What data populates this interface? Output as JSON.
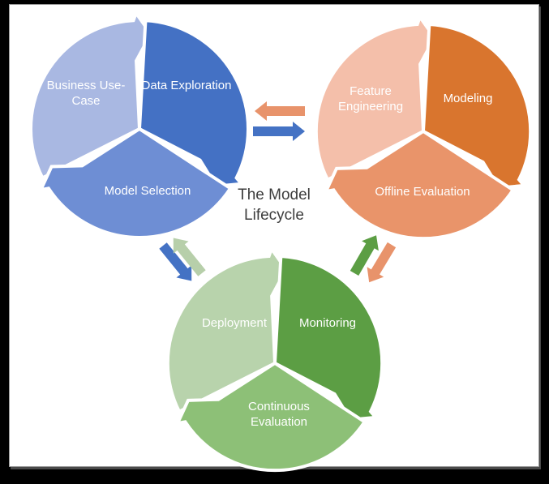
{
  "title": {
    "line1": "The Model",
    "line2": "Lifecycle",
    "color": "#3d3d3d"
  },
  "label_text_color": "#ffffff",
  "cycles": [
    {
      "name": "model-development-cycle",
      "segments": [
        {
          "label": "Business Use-Case",
          "position": "left",
          "color": "#a9b8e2"
        },
        {
          "label": "Data Exploration",
          "position": "right",
          "color": "#4471c4"
        },
        {
          "label": "Model Selection",
          "position": "bottom",
          "color": "#6e8ed4"
        }
      ]
    },
    {
      "name": "model-training-cycle",
      "segments": [
        {
          "label": "Feature Engineering",
          "position": "left",
          "color": "#f4bfaa"
        },
        {
          "label": "Modeling",
          "position": "right",
          "color": "#d9752e"
        },
        {
          "label": "Offline Evaluation",
          "position": "bottom",
          "color": "#e9946a"
        }
      ]
    },
    {
      "name": "model-operations-cycle",
      "segments": [
        {
          "label": "Deployment",
          "position": "left",
          "color": "#b8d3ac"
        },
        {
          "label": "Monitoring",
          "position": "right",
          "color": "#5c9e44"
        },
        {
          "label": "Continuous Evaluation",
          "position": "bottom",
          "color": "#8dc077"
        }
      ]
    }
  ],
  "connectors": [
    {
      "name": "top-exchange-arrow-left",
      "color": "#e8936b",
      "direction": "left"
    },
    {
      "name": "top-exchange-arrow-right",
      "color": "#4472c4",
      "direction": "right"
    },
    {
      "name": "left-exchange-arrow-down-right",
      "color": "#4472c4",
      "direction": "down-right"
    },
    {
      "name": "left-exchange-arrow-up-left",
      "color": "#b7cfaa",
      "direction": "up-left"
    },
    {
      "name": "right-exchange-arrow-up-right",
      "color": "#5c9e44",
      "direction": "up-right"
    },
    {
      "name": "right-exchange-arrow-down-left",
      "color": "#e8936b",
      "direction": "down-left"
    }
  ]
}
